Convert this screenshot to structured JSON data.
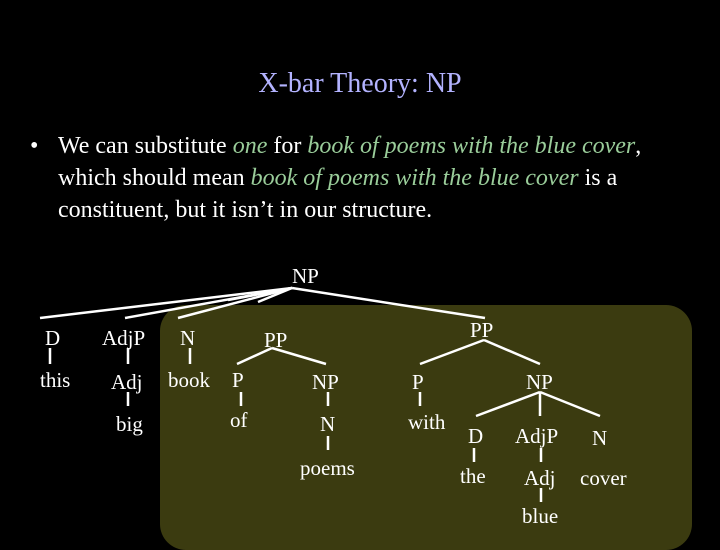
{
  "slide": {
    "title": "X-bar Theory: NP",
    "bullet": {
      "marker": "•",
      "t1": "We can substitute ",
      "e1": "one",
      "t2": " for ",
      "e2": "book of poems with the blue cover",
      "t3": ", which should mean ",
      "e3": "book of poems with the blue cover",
      "t4": " is a constituent, but it isn’t in our structure."
    }
  },
  "tree": {
    "root": "NP",
    "d": "D",
    "d_word": "this",
    "adjp": "AdjP",
    "adj": "Adj",
    "adj_word": "big",
    "n": "N",
    "n_word": "book",
    "pp1": "PP",
    "pp1_p": "P",
    "pp1_p_word": "of",
    "pp1_np": "NP",
    "pp1_np_n": "N",
    "pp1_np_n_word": "poems",
    "pp2": "PP",
    "pp2_p": "P",
    "pp2_p_word": "with",
    "pp2_np": "NP",
    "pp2_np_d": "D",
    "pp2_np_d_word": "the",
    "pp2_np_adjp": "AdjP",
    "pp2_np_adj": "Adj",
    "pp2_np_adj_word": "blue",
    "pp2_np_n": "N",
    "pp2_np_n_word": "cover"
  },
  "colors": {
    "background": "#000000",
    "title": "#b3b3ff",
    "emphasis": "#9acd9a",
    "panel": "#3b3b10",
    "text": "#ffffff"
  }
}
